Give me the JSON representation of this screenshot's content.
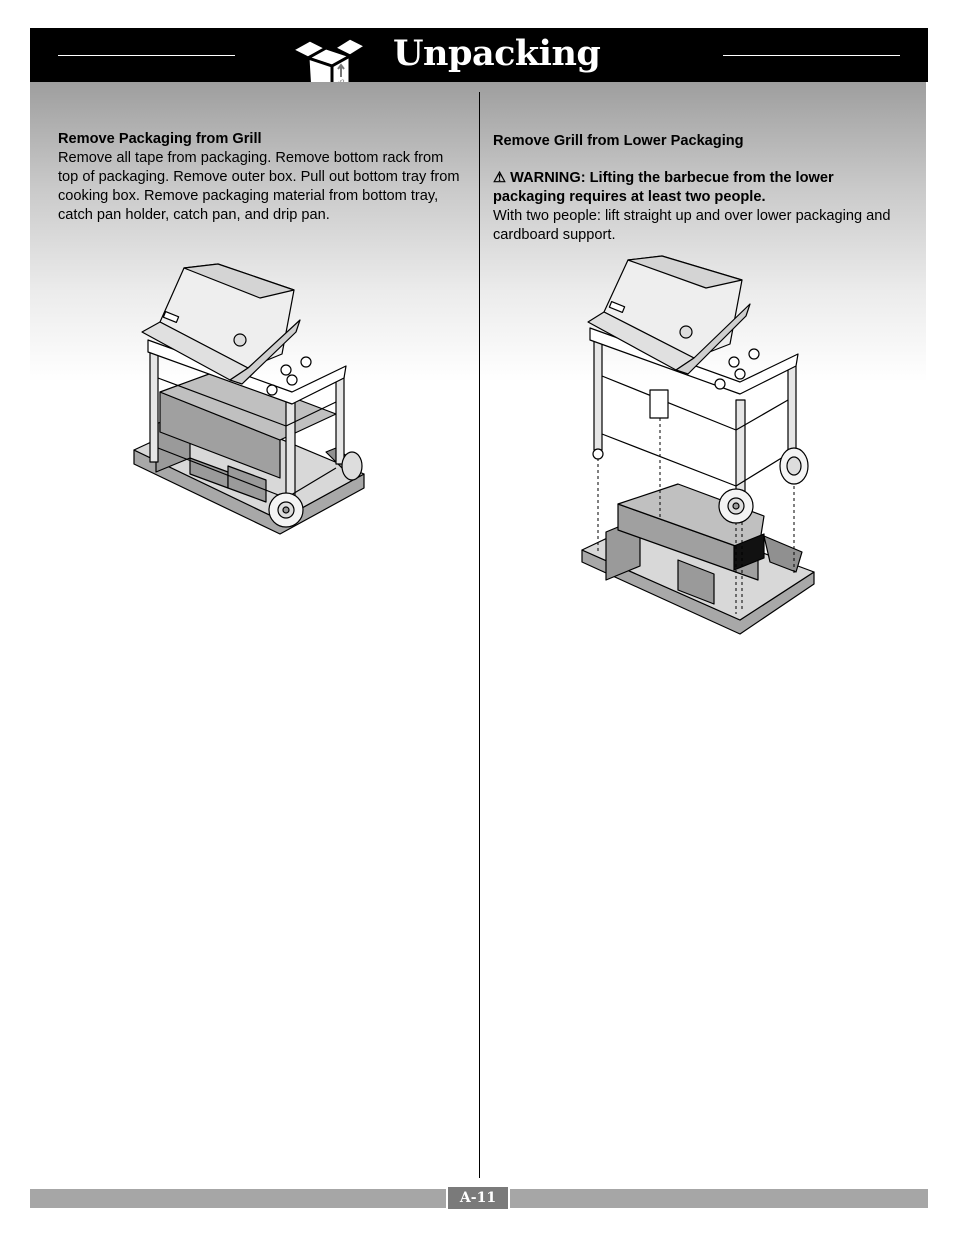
{
  "header": {
    "title": "Unpacking",
    "icon": "open-box-icon",
    "icon_text": "UP"
  },
  "left_section": {
    "heading": "Remove Packaging from Grill",
    "body": "Remove all tape from packaging. Remove bottom rack from top of packaging. Remove outer box. Pull out bottom tray from cooking box. Remove packaging material from bottom tray, catch pan holder, catch pan, and drip pan."
  },
  "right_section": {
    "heading": "Remove Grill from Lower Packaging",
    "warning_symbol": "⚠",
    "warning": "WARNING: Lifting the barbecue from the lower packaging requires at least two people.",
    "body": "With two people: lift straight up and over lower packaging and cardboard support."
  },
  "footer": {
    "page_number": "A-11"
  },
  "colors": {
    "header_bg": "#000000",
    "gradient_top": "#9e9e9e",
    "footer_bar": "#a6a6a6",
    "page_tab": "#7a7a7a"
  }
}
